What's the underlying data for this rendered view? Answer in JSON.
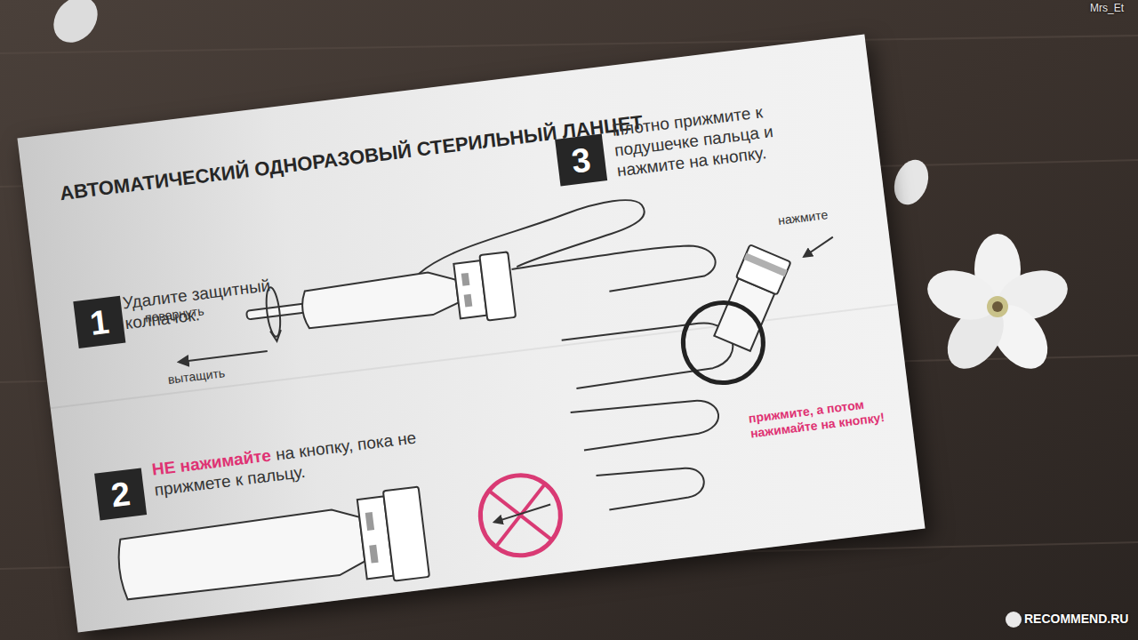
{
  "diagram": {
    "title": "АВТОМАТИЧЕСКИЙ ОДНОРАЗОВЫЙ СТЕРИЛЬНЫЙ ЛАНЦЕТ",
    "nodes": [
      {
        "text": [
          "1"
        ]
      },
      {
        "text": [
          "2"
        ]
      },
      {
        "text": [
          "3"
        ]
      }
    ],
    "labels": [
      "Удалите защитный колпачок.",
      "повернуть",
      "вытащить",
      "НЕ нажимайте",
      "на кнопку, пока не прижмете к пальцу.",
      "Плотно прижмите к подушечке пальца и нажмите на кнопку.",
      "нажмите",
      "прижмите, а потом нажимайте на кнопку!",
      "Mrs_Et",
      "RECOMMEND.RU"
    ]
  }
}
